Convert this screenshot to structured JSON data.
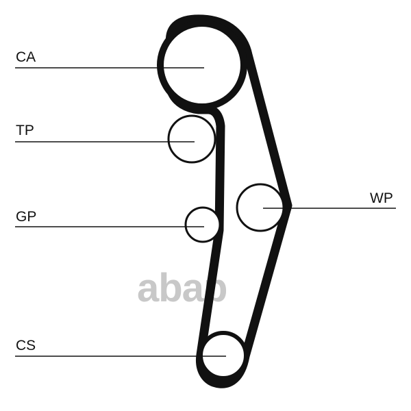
{
  "diagram": {
    "labels": {
      "ca": "CA",
      "tp": "TP",
      "gp": "GP",
      "wp": "WP",
      "cs": "CS"
    },
    "watermark": "abap",
    "colors": {
      "belt": "#111111",
      "pulley": "#111111",
      "watermark": "#c8c8c8"
    }
  }
}
